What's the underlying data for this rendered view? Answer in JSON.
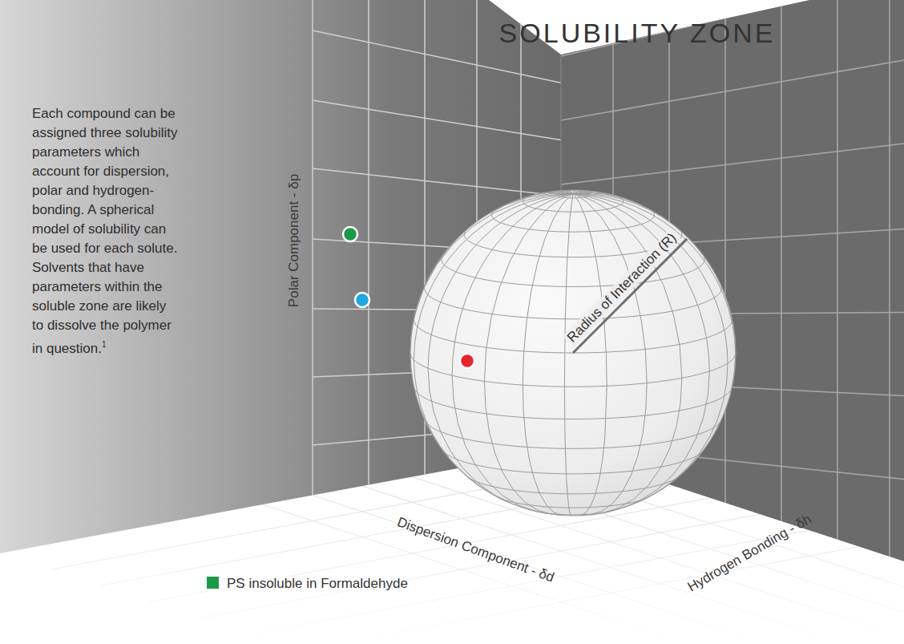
{
  "diagram": {
    "title": "SOLUBILITY ZONE",
    "nodes": [
      {
        "text": [
          "Radius of Interaction (R)"
        ]
      }
    ],
    "labels": [
      "Each compound can be assigned three solubility parameters which account for dispersion, polar and hydrogen-bonding. A spherical model of solubility can be used for each solute. Solvents that have parameters within the soluble zone are likely to dissolve the polymer in question.",
      "1",
      "Polar Component - δp",
      "Dispersion Component - δd",
      "Hydrogen Bonding - δh"
    ],
    "legend": [
      {
        "text": "PS insoluble in Formaldehyde",
        "color": "#1a9a48"
      }
    ]
  }
}
